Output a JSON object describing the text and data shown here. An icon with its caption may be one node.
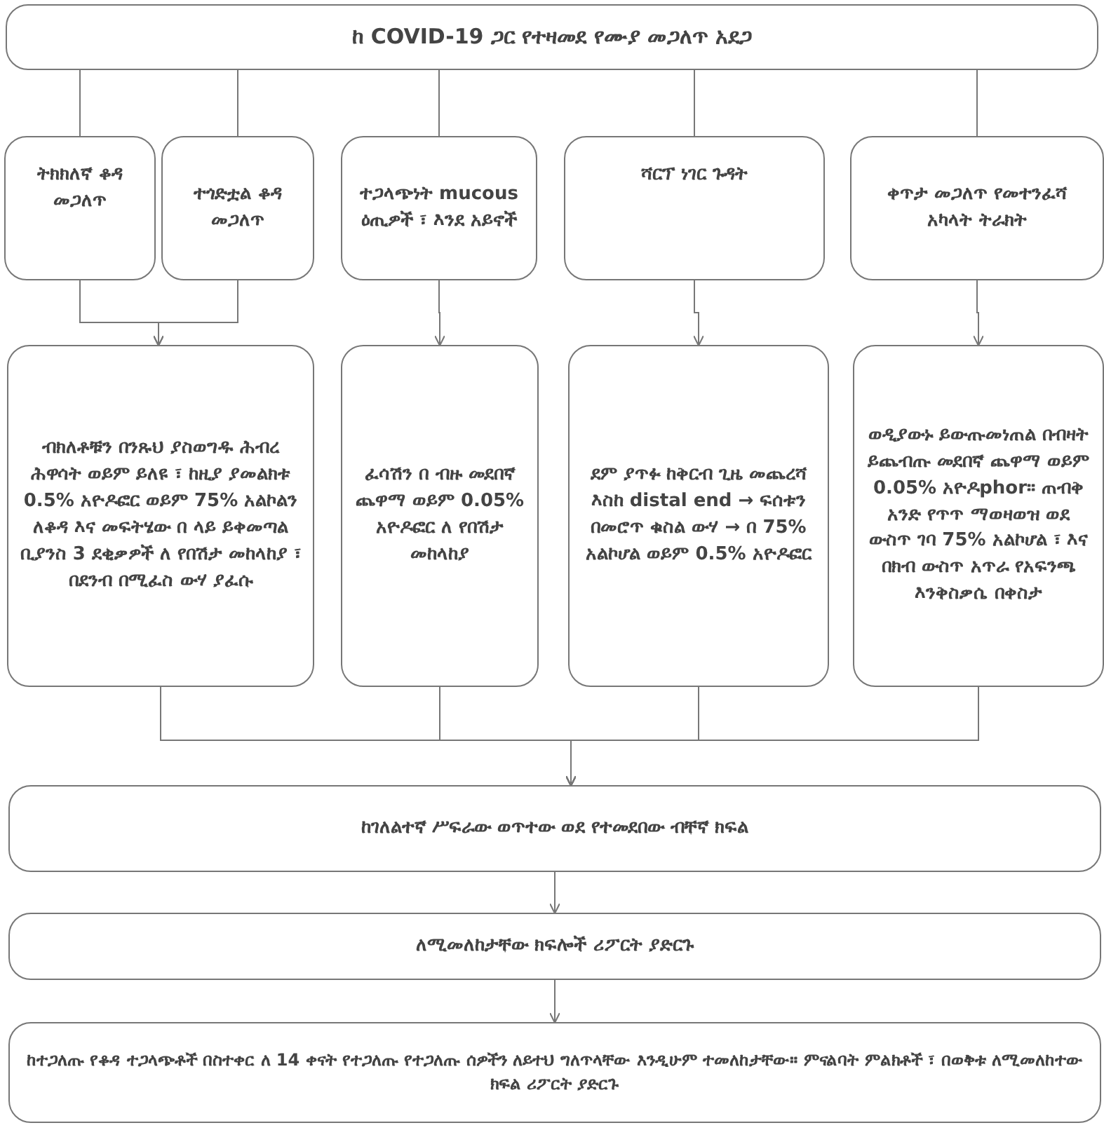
{
  "diagram": {
    "nodes": [
      {
        "text": [
          "ከ COVID-19 ጋር የተዛመደ የሙያ መጋለጥ አደጋ"
        ]
      },
      {
        "text": [
          "ትክክለኛ ቆዳ መጋለጥ"
        ]
      },
      {
        "text": [
          "ተጎድቷል ቆዳ መጋለጥ"
        ]
      },
      {
        "text": [
          "ተጋላጭነት mucous ዕጢዎች ፣ እንደ አይኖች"
        ]
      },
      {
        "text": [
          "ሻርፕ ነገር ጉዳት"
        ]
      },
      {
        "text": [
          "ቀጥታ መጋለጥ የመተንፈሻ አካላት ትራክት"
        ]
      },
      {
        "text": [
          "ብክለቶቹን በንጹህ ያስወግዱ ሕብረ ሕዋሳት ወይም ይለዩ ፣ ከዚያ ያመልክቱ 0.5% አዮዶፎር ወይም 75% አልኮልን ለቆዳ እና መፍትሄው በ ላይ ይቀመጣል ቢያንስ 3 ደቂቃዎች ለ የበሽታ መከላከያ ፣ በደንብ በሚፈስ ውሃ ያፈሱ"
        ]
      },
      {
        "text": [
          "ፈሳሽን በ ብዙ መደበኛ ጨዋማ ወይም 0.05% አዮዶፎር ለ የበሽታ መከላከያ"
        ]
      },
      {
        "text": [
          "ደም ያጥፉ ከቅርብ ጊዜ መጨረሻ እስከ distal end → ፍሰቱን በመሮጥ ቁስል ውሃ → በ 75% አልኮሆል ወይም 0.5% አዮዶፎር"
        ]
      },
      {
        "text": [
          "ወዲያውኑ ይውጡመነጠል በብዛት ይጨብጡ መደበኛ ጨዋማ ወይም 0.05% አዮዶphor። ጠብቅ አንድ የጥጥ ማወዛወዝ ወደ ውስጥ ገባ 75% አልኮሆል ፣ እና በክብ ውስጥ አጥራ የአፍንጫ እንቅስቃሴ በቀስታ"
        ]
      },
      {
        "text": [
          "ከገለልተኛ ሥፍራው ወጥተው ወደ የተመደበው ብቸኛ ክፍል"
        ]
      },
      {
        "text": [
          "ለሚመለከታቸው ክፍሎች ሪፖርት ያድርጉ"
        ]
      },
      {
        "text": [
          "ከተጋለጡ የቆዳ ተጋላጭቶች በስተቀር ለ 14 ቀናት የተጋለጡ የተጋለጡ ሰዎችን ለይተህ ግለጥላቸው እንዲሁም ተመለከታቸው። ምናልባት ምልክቶች ፣ በወቅቱ ለሚመለከተው ክፍል ሪፖርት ያድርጉ"
        ]
      }
    ],
    "edges": [
      {
        "from": 0,
        "to": 1,
        "arrow": "none"
      },
      {
        "from": 0,
        "to": 2,
        "arrow": "none"
      },
      {
        "from": 0,
        "to": 3,
        "arrow": "none"
      },
      {
        "from": 0,
        "to": 4,
        "arrow": "none"
      },
      {
        "from": 0,
        "to": 5,
        "arrow": "none"
      },
      {
        "from": 1,
        "to": 6,
        "arrow": "to"
      },
      {
        "from": 2,
        "to": 6,
        "arrow": "to"
      },
      {
        "from": 3,
        "to": 7,
        "arrow": "to"
      },
      {
        "from": 4,
        "to": 8,
        "arrow": "to"
      },
      {
        "from": 5,
        "to": 9,
        "arrow": "to"
      },
      {
        "from": 6,
        "to": 10,
        "arrow": "to"
      },
      {
        "from": 7,
        "to": 10,
        "arrow": "to"
      },
      {
        "from": 8,
        "to": 10,
        "arrow": "to"
      },
      {
        "from": 9,
        "to": 10,
        "arrow": "to"
      },
      {
        "from": 10,
        "to": 11,
        "arrow": "to"
      },
      {
        "from": 11,
        "to": 12,
        "arrow": "to"
      }
    ]
  }
}
